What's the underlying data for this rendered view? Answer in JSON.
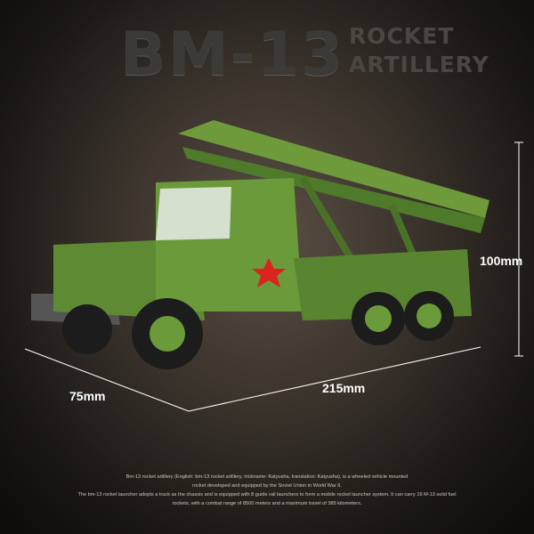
{
  "title": "BM-13",
  "subtitle": [
    "ROCKET",
    "ARTILLERY"
  ],
  "dimensions": {
    "height": "100mm",
    "length": "215mm",
    "width": "75mm"
  },
  "description": [
    "Bm-13 rocket artillery (English: bm-13 rocket artillery, nickname: Katyusha, translation: Katyusha), is a wheeled vehicle mounted",
    "rocket developed and equipped by the Soviet Union in World War II.",
    "The bm-13 rocket launcher adopts a truck as the chassis and is equipped with 8 guide rail launchers to form a mobile rocket launcher system. It can carry 16 M-13 solid fuel",
    "rockets, with a combat range of 8500 meters and a maximum travel of 385 kilometers."
  ],
  "colors": {
    "body": "#5f8a34",
    "dark": "#3f6322",
    "star": "#d9231c"
  }
}
